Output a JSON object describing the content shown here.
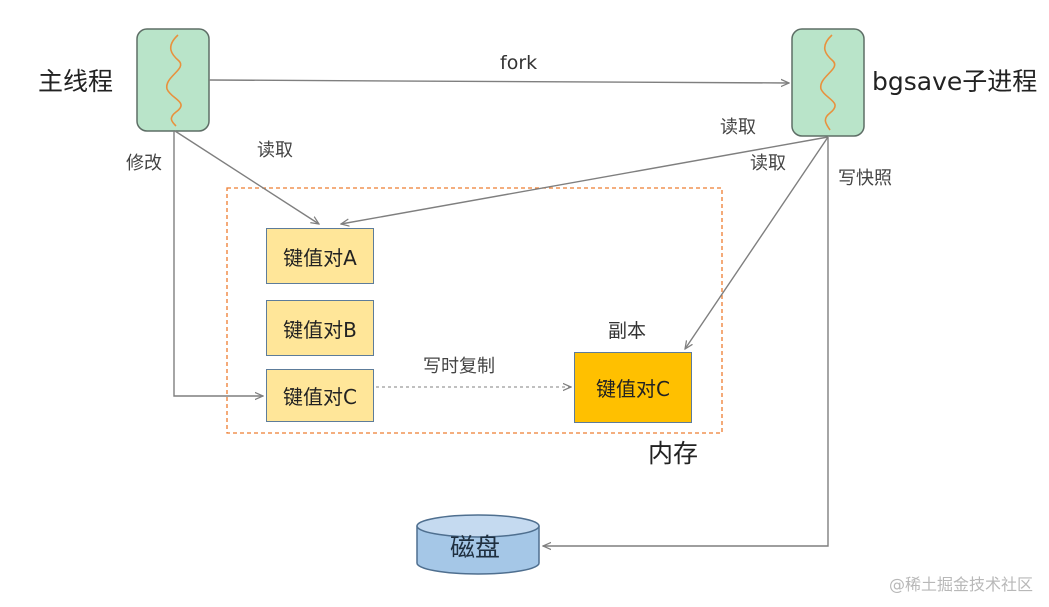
{
  "processes": {
    "main_thread": "主线程",
    "child_process": "bgsave子进程"
  },
  "edges": {
    "fork": "fork",
    "main_read": "读取",
    "main_modify": "修改",
    "child_read_a": "读取",
    "child_read_c": "读取",
    "write_snapshot": "写快照",
    "copy_on_write": "写时复制"
  },
  "memory": {
    "label": "内存",
    "kv_a": "键值对A",
    "kv_b": "键值对B",
    "kv_c": "键值对C",
    "copy_label": "副本",
    "kv_c_copy": "键值对C"
  },
  "disk": {
    "label": "磁盘"
  },
  "watermark": "@稀土掘金技术社区",
  "colors": {
    "process_fill": "#b9e4c9",
    "process_stroke": "#5e6e66",
    "squiggle": "#e8913d",
    "memory_border": "#ed7d31",
    "kv_fill": "#ffe699",
    "kv_copy_fill": "#ffc000",
    "kv_border": "#5d7c9a",
    "disk_fill": "#a5c7e7",
    "disk_top": "#c5daf0",
    "arrow": "#7f7f7f"
  }
}
